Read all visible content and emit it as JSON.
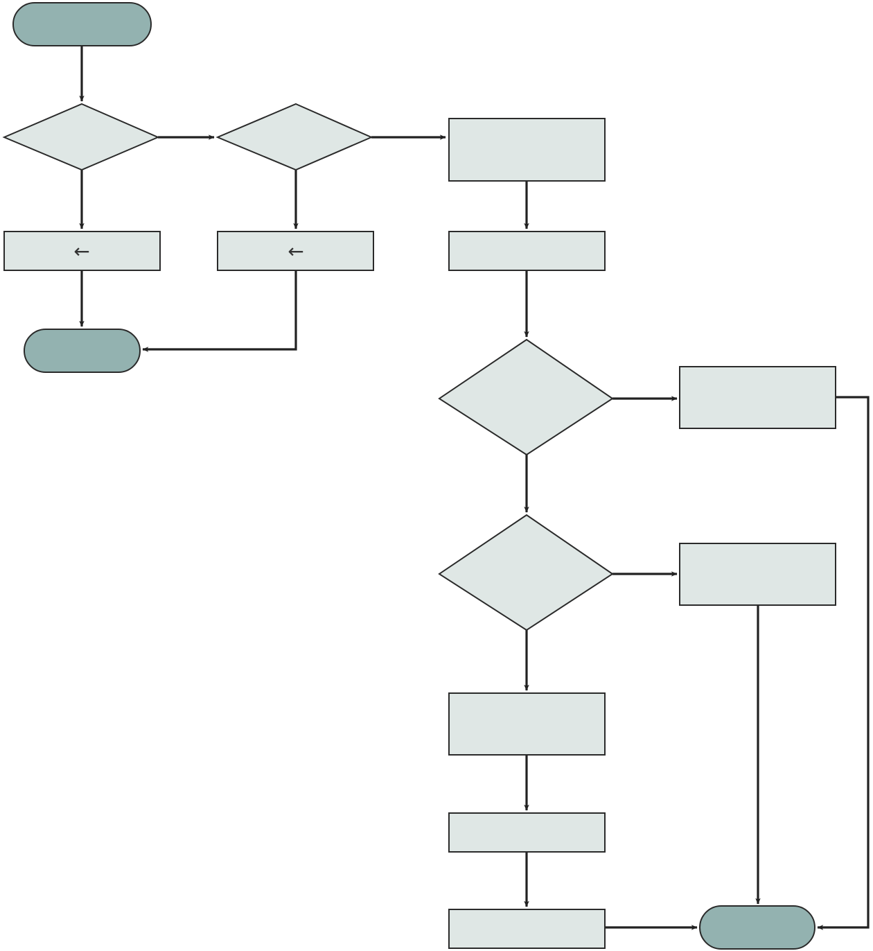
{
  "diagram": {
    "type": "flowchart",
    "colors": {
      "terminal_fill": "#93b2b0",
      "node_fill": "#dfe7e5",
      "stroke": "#2a2a2a",
      "connector": "#222222",
      "background": "#ffffff"
    },
    "nodes": [
      {
        "id": "start",
        "shape": "terminal",
        "text": ""
      },
      {
        "id": "decision-1",
        "shape": "decision",
        "text": ""
      },
      {
        "id": "decision-2",
        "shape": "decision",
        "text": ""
      },
      {
        "id": "box-a",
        "shape": "process",
        "text": "←"
      },
      {
        "id": "box-b",
        "shape": "process",
        "text": "←"
      },
      {
        "id": "end-left",
        "shape": "terminal",
        "text": ""
      },
      {
        "id": "box-c",
        "shape": "process",
        "text": ""
      },
      {
        "id": "box-d",
        "shape": "process",
        "text": ""
      },
      {
        "id": "decision-3",
        "shape": "decision",
        "text": ""
      },
      {
        "id": "box-e",
        "shape": "process",
        "text": ""
      },
      {
        "id": "decision-4",
        "shape": "decision",
        "text": ""
      },
      {
        "id": "box-f",
        "shape": "process",
        "text": ""
      },
      {
        "id": "box-g",
        "shape": "process",
        "text": ""
      },
      {
        "id": "box-h",
        "shape": "process",
        "text": ""
      },
      {
        "id": "box-i",
        "shape": "process",
        "text": ""
      },
      {
        "id": "end-right",
        "shape": "terminal",
        "text": ""
      }
    ],
    "edges": [
      {
        "from": "start",
        "to": "decision-1"
      },
      {
        "from": "decision-1",
        "to": "decision-2"
      },
      {
        "from": "decision-1",
        "to": "box-a"
      },
      {
        "from": "decision-2",
        "to": "box-c"
      },
      {
        "from": "decision-2",
        "to": "box-b"
      },
      {
        "from": "box-a",
        "to": "end-left"
      },
      {
        "from": "box-b",
        "to": "end-left"
      },
      {
        "from": "box-c",
        "to": "box-d"
      },
      {
        "from": "box-d",
        "to": "decision-3"
      },
      {
        "from": "decision-3",
        "to": "box-e"
      },
      {
        "from": "decision-3",
        "to": "decision-4"
      },
      {
        "from": "decision-4",
        "to": "box-f"
      },
      {
        "from": "decision-4",
        "to": "box-g"
      },
      {
        "from": "box-g",
        "to": "box-h"
      },
      {
        "from": "box-h",
        "to": "box-i"
      },
      {
        "from": "box-i",
        "to": "end-right"
      },
      {
        "from": "box-f",
        "to": "end-right"
      },
      {
        "from": "box-e",
        "to": "end-right"
      }
    ]
  }
}
